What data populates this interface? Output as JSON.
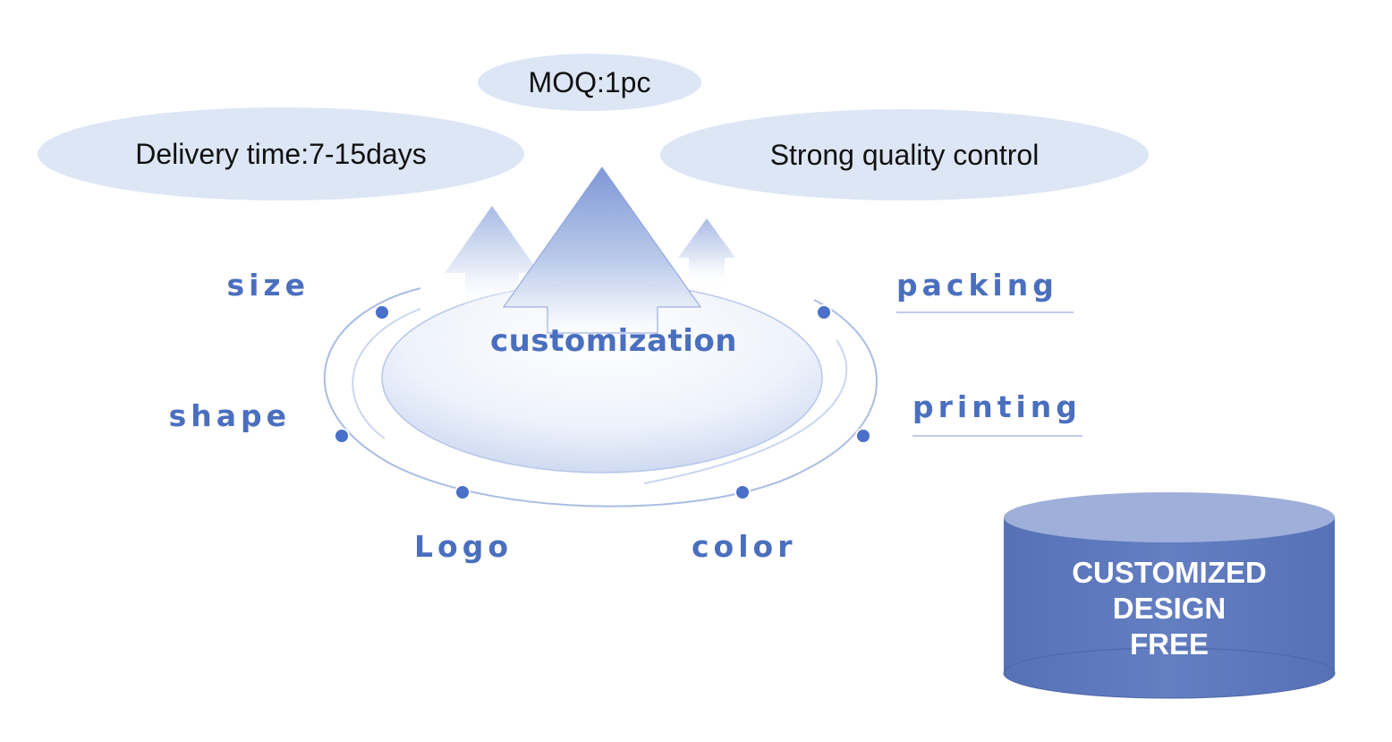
{
  "top_pills": {
    "moq": "MOQ:1pc",
    "delivery": "Delivery time:7-15days",
    "quality": "Strong quality control"
  },
  "center": {
    "title": "customization"
  },
  "options": {
    "size": "size",
    "shape": "shape",
    "packing": "packing",
    "printing": "printing",
    "logo": "Logo",
    "color": "color"
  },
  "badge": {
    "line1": "CUSTOMIZED",
    "line2": "DESIGN",
    "line3": "FREE"
  },
  "colors": {
    "pill_fill": "#dde6f5",
    "label_text": "#4a6fbf",
    "dot": "#4a70c9",
    "ring": "#9fb3de",
    "cylinder_body": "#5e78bc",
    "cylinder_top": "#9eb0d9",
    "arrow_top": "#7f98d6"
  }
}
